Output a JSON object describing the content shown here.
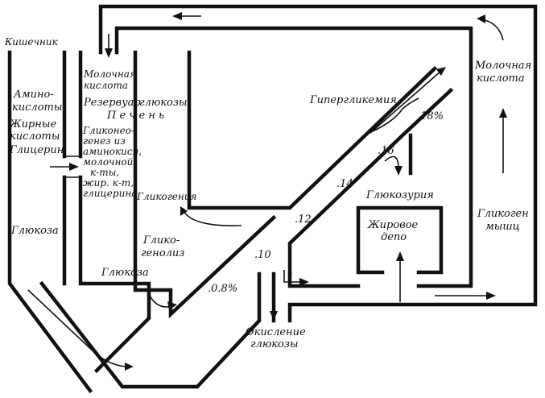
{
  "labels": {
    "intestine": "Кишечник",
    "amino_1": "Амино-",
    "amino_2": "кислоты",
    "fatty_1": "Жирные",
    "fatty_2": "кислоты",
    "glycerol": "Глицерин",
    "glucose_left": "Глюкоза",
    "lactic_1": "Молочная",
    "lactic_2": "кислота",
    "reservoir": "Резервуар",
    "liver": "П е ч е н ь",
    "glucose_top": "глюкозы",
    "gluconeo_1": "Гликонео-",
    "gluconeo_2": "генез из",
    "gluconeo_3": "аминокисл,",
    "gluconeo_4": "молочной",
    "gluconeo_5": "к-ты,",
    "gluconeo_6": "жир. к-т,",
    "gluconeo_7": "глицерина",
    "glycogenesis": "Гликогения",
    "glycogenolysis_1": "Глико-",
    "glycogenolysis_2": "генолиз",
    "glucose_bottom": "Глюкоза",
    "hyperglycemia": "Гипергликемия",
    "glucosuria": "Глюкозурия",
    "fat_depot_1": "Жировое",
    "fat_depot_2": "депо",
    "oxidation_1": "Окисление",
    "oxidation_2": "глюкозы",
    "lactic_right_1": "Молочная",
    "lactic_right_2": "кислота",
    "muscle_glycogen_1": "Гликоген",
    "muscle_glycogen_2": "мышц"
  },
  "levels": {
    "l_08": ".0.8%",
    "l_10": ".10",
    "l_12": ".12",
    "l_14": ".14",
    "l_16": ".16",
    "l_18": ".18%"
  }
}
